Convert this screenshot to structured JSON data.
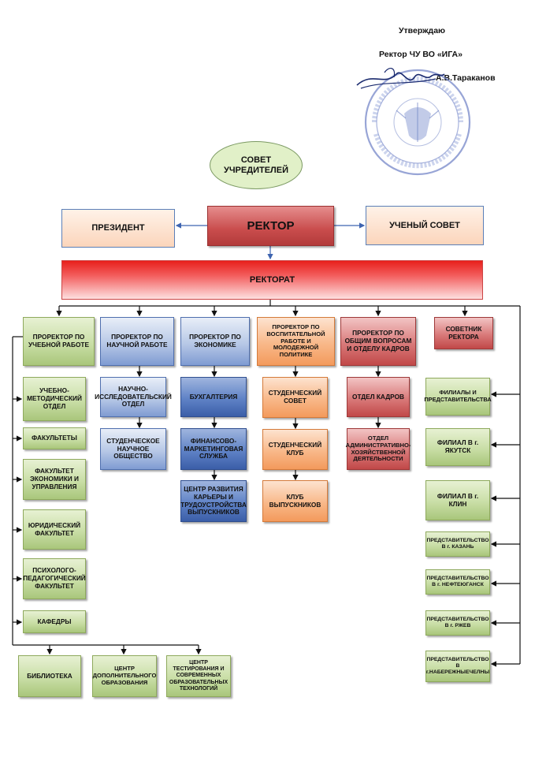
{
  "approval": {
    "approve": "Утверждаю",
    "rector_title": "Ректор ЧУ ВО «ИГА»",
    "name": "А.В.Тараканов"
  },
  "top": {
    "founders": "СОВЕТ УЧРЕДИТЕЛЕЙ",
    "president": "ПРЕЗИДЕНТ",
    "rector": "РЕКТОР",
    "academic_council": "УЧЕНЫЙ СОВЕТ",
    "rectorate": "РЕКТОРАТ"
  },
  "col1": {
    "head": "ПРОРЕКТОР ПО УЧЕБНОЙ РАБОТЕ",
    "items": [
      "УЧЕБНО-МЕТОДИЧЕСКИЙ ОТДЕЛ",
      "ФАКУЛЬТЕТЫ",
      "ФАКУЛЬТЕТ ЭКОНОМИКИ И УПРАВЛЕНИЯ",
      "ЮРИДИЧЕСКИЙ ФАКУЛЬТЕТ",
      "ПСИХОЛОГО-ПЕДАГОГИЧЕСКИЙ ФАКУЛЬТЕТ",
      "КАФЕДРЫ"
    ]
  },
  "col2": {
    "head": "ПРОРЕКТОР ПО НАУЧНОЙ РАБОТЕ",
    "items": [
      "НАУЧНО-ИССЛЕДОВАТЕЛЬСКИЙ ОТДЕЛ",
      "СТУДЕНЧЕСКОЕ НАУЧНОЕ ОБЩЕСТВО"
    ]
  },
  "col3": {
    "head": "ПРОРЕКТОР ПО ЭКОНОМИКЕ",
    "items": [
      "БУХГАЛТЕРИЯ",
      "ФИНАНСОВО-МАРКЕТИНГОВАЯ СЛУЖБА",
      "ЦЕНТР РАЗВИТИЯ КАРЬЕРЫ И ТРУДОУСТРОЙСТВА ВЫПУСКНИКОВ"
    ]
  },
  "col4": {
    "head": "ПРОРЕКТОР ПО ВОСПИТАТЕЛЬНОЙ РАБОТЕ И МОЛОДЕЖНОЙ ПОЛИТИКЕ",
    "items": [
      "СТУДЕНЧЕСКИЙ СОВЕТ",
      "СТУДЕНЧЕСКИЙ КЛУБ",
      "КЛУБ ВЫПУСКНИКОВ"
    ]
  },
  "col5": {
    "head": "ПРОРЕКТОР ПО ОБЩИМ ВОПРОСАМ И ОТДЕЛУ КАДРОВ",
    "items": [
      "ОТДЕЛ КАДРОВ",
      "ОТДЕЛ АДМИНИСТРАТИВНО-ХОЗЯЙСТВЕННОЙ ДЕЯТЕЛЬНОСТИ"
    ]
  },
  "col6": {
    "head": "СОВЕТНИК РЕКТОРА",
    "items": [
      "ФИЛИАЛЫ И ПРЕДСТАВИТЕЛЬСТВА",
      "ФИЛИАЛ В г. ЯКУТСК",
      "ФИЛИАЛ В г. КЛИН",
      "ПРЕДСТАВИТЕЛЬСТВО В г. КАЗАНЬ",
      "ПРЕДСТАВИТЕЛЬСТВО В г. НЕФТЕЮГАНСК",
      "ПРЕДСТАВИТЕЛЬСТВО В г. РЖЕВ",
      "ПРЕДСТАВИТЕЛЬСТВО В г.НАБЕРЕЖНЫЕЧЕЛНЫ"
    ]
  },
  "bottom": [
    "БИБЛИОТЕКА",
    "ЦЕНТР ДОПОЛНИТЕЛЬНОГО ОБРАЗОВАНИЯ",
    "ЦЕНТР ТЕСТИРОВАНИЯ И СОВРЕМЕННЫХ ОБРАЗОВАТЕЛЬНЫХ ТЕХНОЛОГИЙ"
  ],
  "colors": {
    "green": "#c9dea6",
    "blue": "#b7c8e6",
    "blue_dark": "#5f82c6",
    "orange": "#f8b889",
    "red": "#d97a7a",
    "rectorate": "#e8201c",
    "founders": "#e1f0c8"
  }
}
